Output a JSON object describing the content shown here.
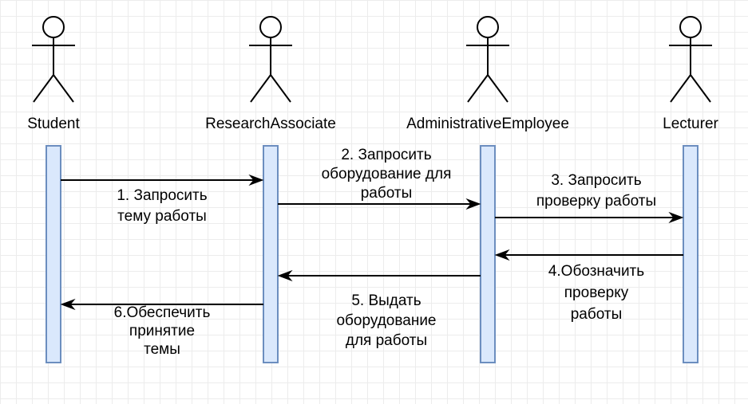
{
  "actors": [
    {
      "id": "student",
      "name": "Student"
    },
    {
      "id": "research-associate",
      "name": "ResearchAssociate"
    },
    {
      "id": "administrative-employee",
      "name": "AdministrativeEmployee"
    },
    {
      "id": "lecturer",
      "name": "Lecturer"
    }
  ],
  "messages": [
    {
      "from": "student",
      "to": "research-associate",
      "lines": [
        "1. Запросить",
        "тему работы"
      ]
    },
    {
      "from": "research-associate",
      "to": "administrative-employee",
      "lines": [
        "2. Запросить",
        "оборудование для",
        "работы"
      ]
    },
    {
      "from": "administrative-employee",
      "to": "lecturer",
      "lines": [
        "3. Запросить",
        "проверку работы"
      ]
    },
    {
      "from": "lecturer",
      "to": "administrative-employee",
      "lines": [
        "4.Обозначить",
        "проверку",
        "работы"
      ]
    },
    {
      "from": "administrative-employee",
      "to": "research-associate",
      "lines": [
        "5. Выдать",
        "оборудование",
        "для работы"
      ]
    },
    {
      "from": "research-associate",
      "to": "student",
      "lines": [
        "6.Обеспечить",
        "принятие",
        "темы"
      ]
    }
  ],
  "colors": {
    "activation_fill": "#dae8fc",
    "activation_stroke": "#6c8ebf",
    "line": "#000000"
  }
}
